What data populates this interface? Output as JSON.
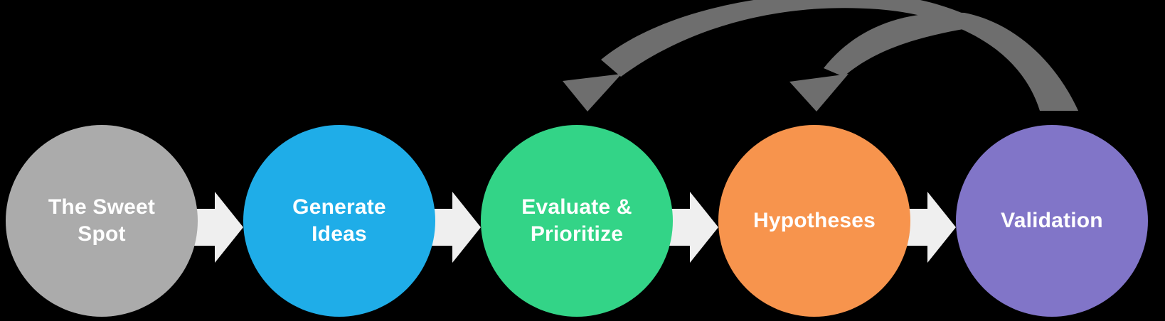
{
  "diagram": {
    "type": "process-flow",
    "stages": [
      {
        "label": "The Sweet Spot",
        "lines": [
          "The Sweet",
          "Spot"
        ],
        "color": "#ABABAB"
      },
      {
        "label": "Generate Ideas",
        "lines": [
          "Generate",
          "Ideas"
        ],
        "color": "#1FADE8"
      },
      {
        "label": "Evaluate & Prioritize",
        "lines": [
          "Evaluate &",
          "Prioritize"
        ],
        "color": "#33D487"
      },
      {
        "label": "Hypotheses",
        "lines": [
          "Hypotheses"
        ],
        "color": "#F7944D"
      },
      {
        "label": "Validation",
        "lines": [
          "Validation"
        ],
        "color": "#8175C8"
      }
    ],
    "flow_arrows_count": 4,
    "loopback_arrows": [
      {
        "from": "Validation",
        "to": "Evaluate & Prioritize"
      },
      {
        "from": "Validation",
        "to": "Hypotheses"
      }
    ],
    "colors": {
      "background": "#000000",
      "flow_arrow": "#EFEFEF",
      "loopback_arrow": "#6E6E6E",
      "label_text": "#FFFFFF"
    }
  }
}
